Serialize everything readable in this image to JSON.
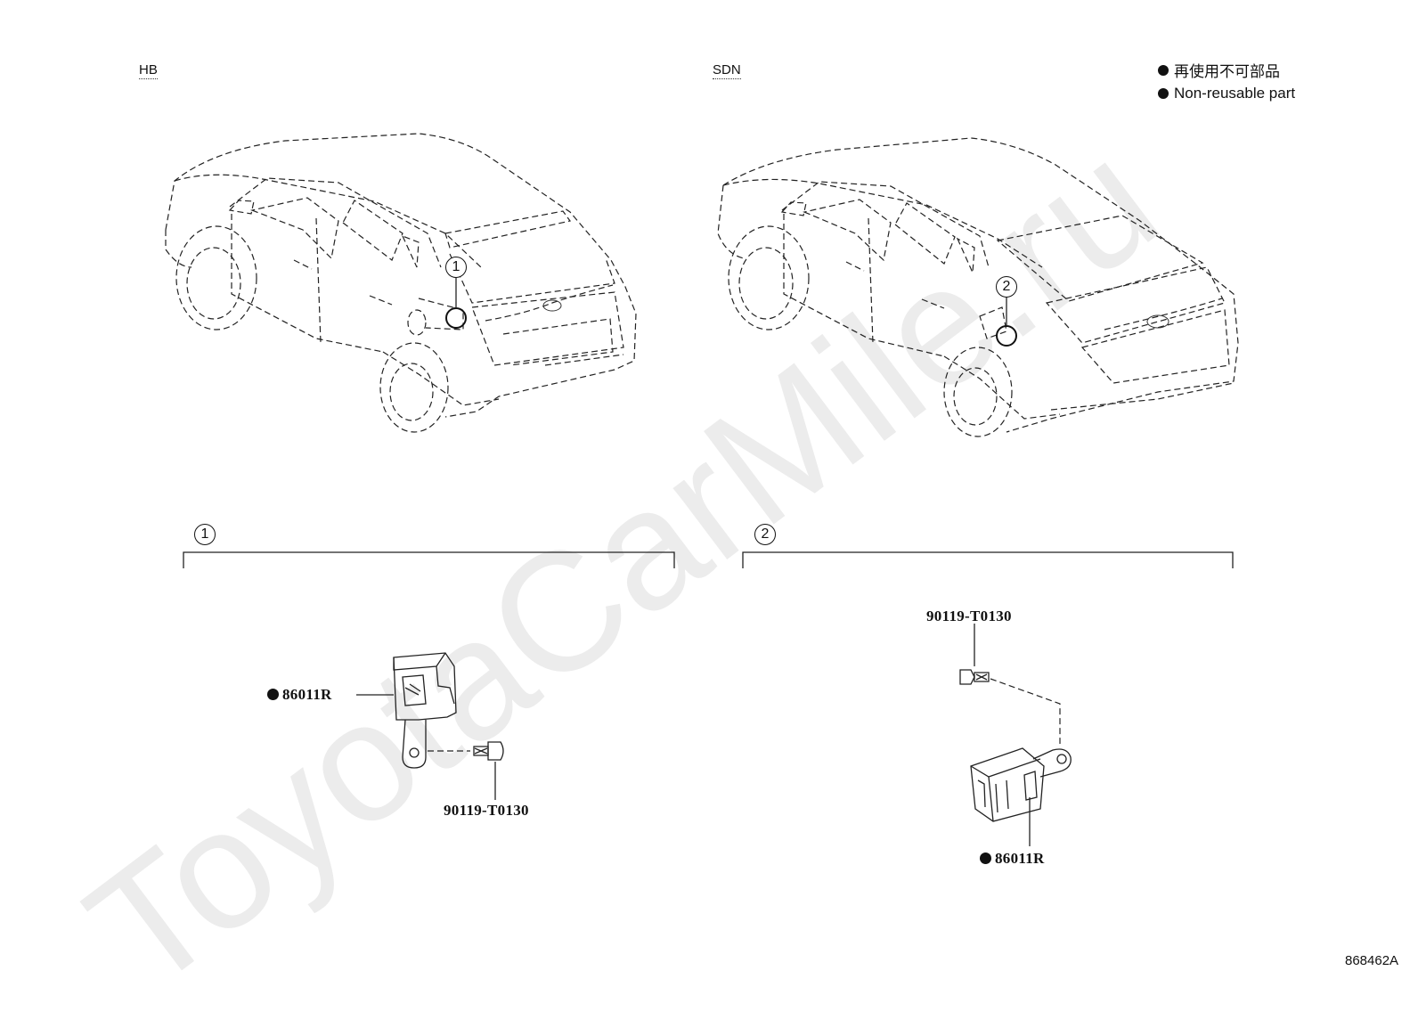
{
  "watermark": "ToyotaCarMile.ru",
  "variants": {
    "hb": "HB",
    "sdn": "SDN"
  },
  "legend": {
    "line1": "再使用不可部品",
    "line2": "Non-reusable part"
  },
  "callouts": {
    "one": "1",
    "two": "2"
  },
  "parts": {
    "sensor_hb": "86011R",
    "bolt_hb": "90119-T0130",
    "bolt_sdn": "90119-T0130",
    "sensor_sdn": "86011R"
  },
  "doc_code": "868462A"
}
